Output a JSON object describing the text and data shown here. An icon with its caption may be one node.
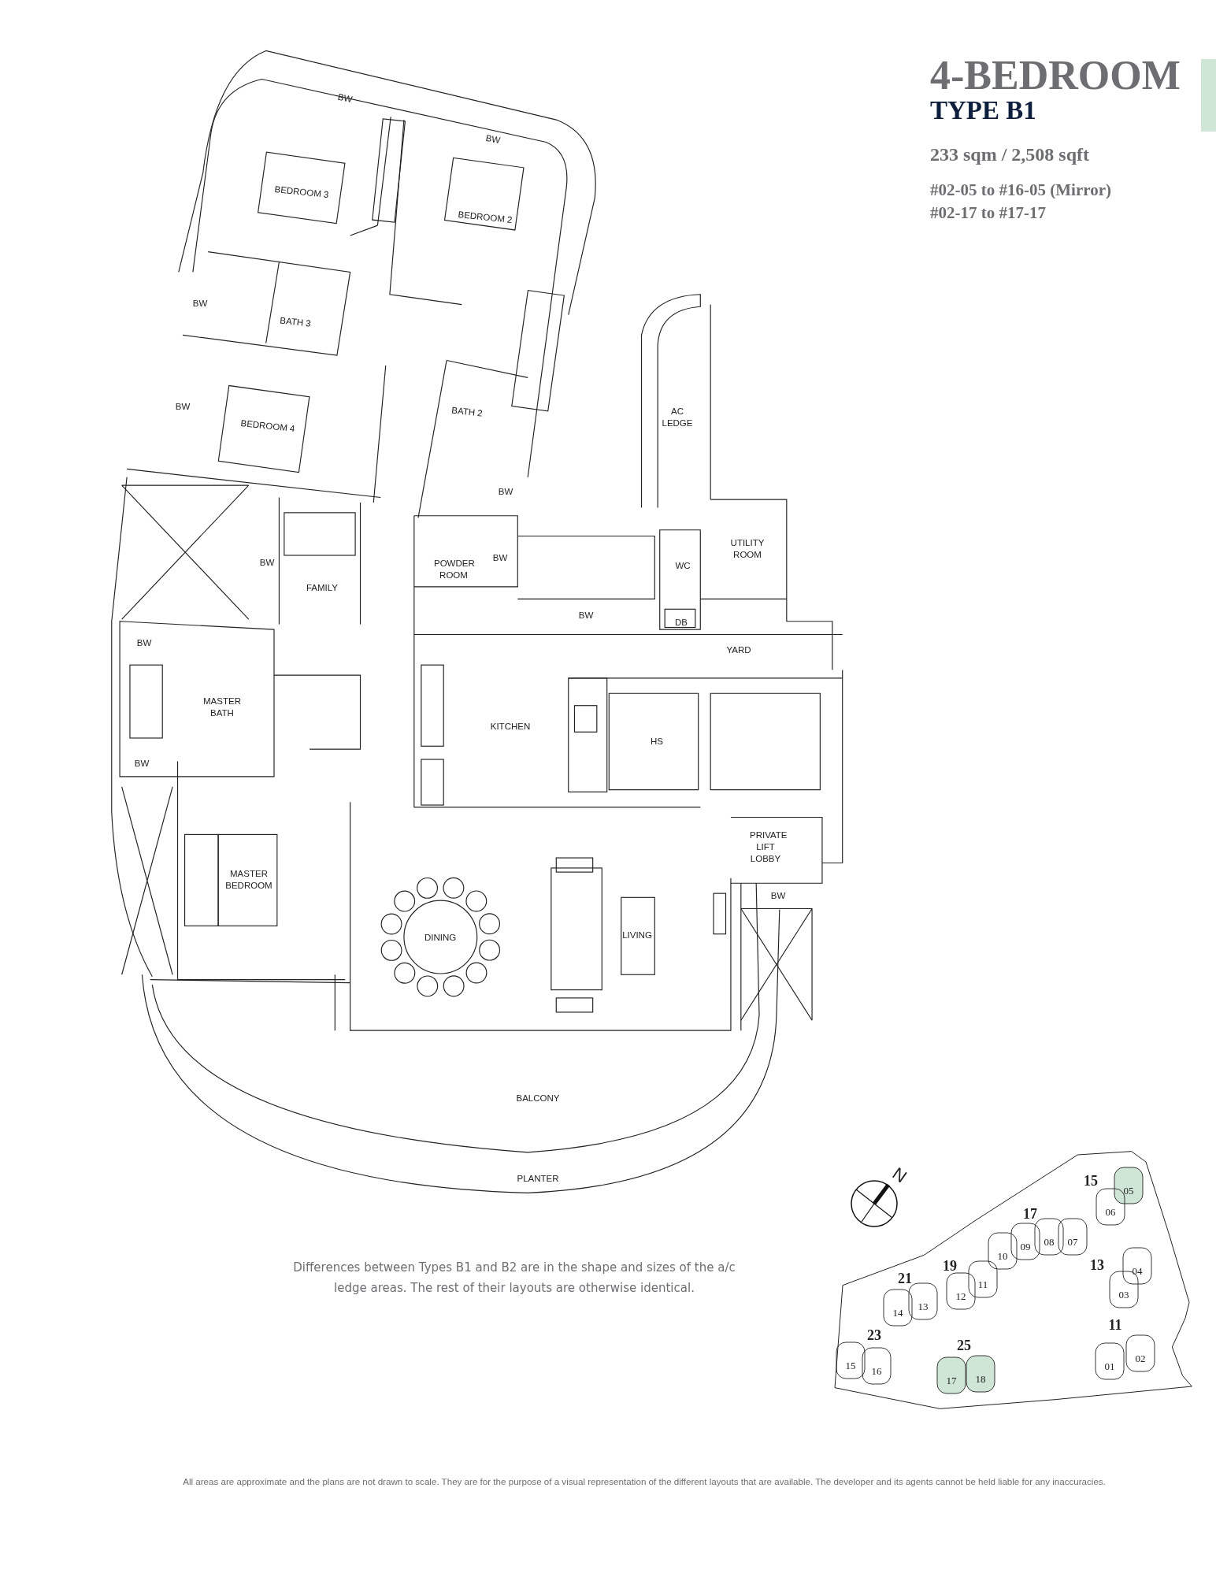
{
  "diagram": {
    "title": "4-BEDROOM",
    "labels": [
      "TYPE B1",
      "233 sqm / 2,508 sqft",
      "#02-05 to #16-05 (Mirror)",
      "#02-17 to #17-17",
      "BW",
      "BW",
      "BEDROOM 3",
      "BEDROOM 2",
      "BW",
      "BATH 3",
      "BW",
      "BEDROOM 4",
      "BATH 2",
      "AC LEDGE",
      "BW",
      "UTILITY ROOM",
      "POWDER ROOM",
      "BW",
      "WC",
      "BW",
      "FAMILY",
      "BW",
      "DB",
      "BW",
      "YARD",
      "MASTER BATH",
      "KITCHEN",
      "HS",
      "BW",
      "PRIVATE LIFT LOBBY",
      "MASTER BEDROOM",
      "BW",
      "DINING",
      "LIVING",
      "BALCONY",
      "PLANTER",
      "Differences between Types B1 and B2 are in the shape and sizes of the a/c ledge areas. The rest of their layouts are otherwise identical.",
      "N",
      "15",
      "05",
      "06",
      "17",
      "07",
      "08",
      "09",
      "10",
      "13",
      "04",
      "03",
      "19",
      "11",
      "12",
      "21",
      "13",
      "14",
      "11",
      "02",
      "01",
      "23",
      "25",
      "15",
      "16",
      "17",
      "18",
      "All areas are approximate and the plans are not drawn to scale. They are for the purpose of a visual representation of the different layouts that are available. The developer and its agents cannot be held liable for any inaccuracies."
    ]
  }
}
